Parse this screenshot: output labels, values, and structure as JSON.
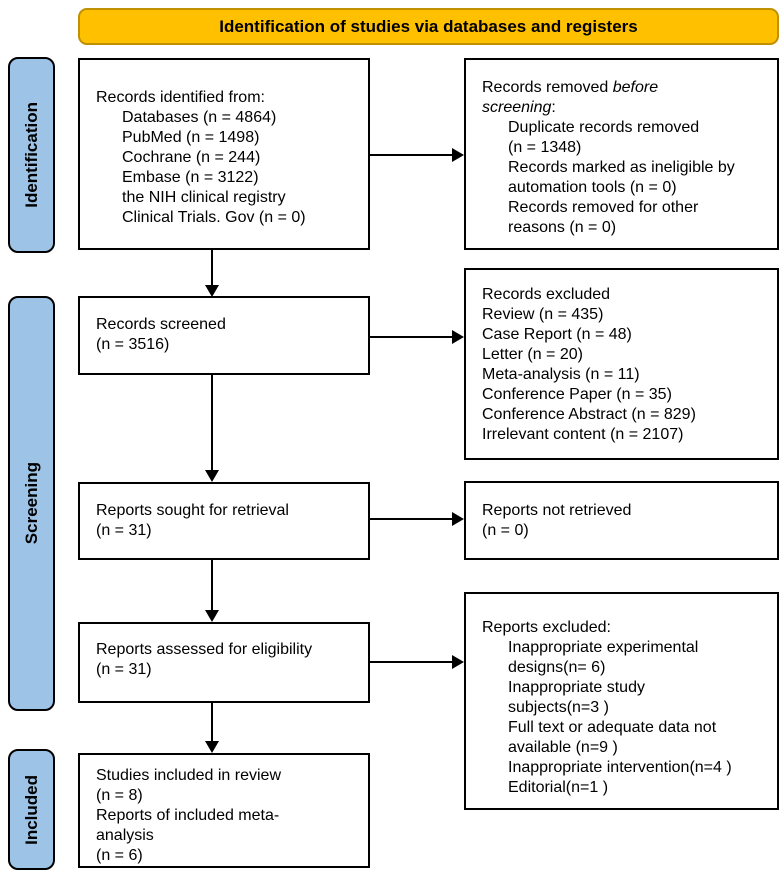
{
  "banner": {
    "label": "Identification of studies via databases and registers",
    "fill": "#FFC000",
    "border": "#BF9000"
  },
  "sidebar": {
    "fill": "#9DC3E6",
    "border": "#000000",
    "stages": [
      {
        "label": "Identification"
      },
      {
        "label": "Screening"
      },
      {
        "label": "Included"
      }
    ]
  },
  "boxes": {
    "identified": {
      "title": "Records identified from:",
      "items": [
        "Databases (n = 4864)",
        "PubMed (n = 1498)",
        "Cochrane (n = 244)",
        "Embase (n = 3122)",
        "the NIH clinical registry",
        "Clinical Trials. Gov (n = 0)"
      ]
    },
    "removed": {
      "heading": {
        "l1_normal": "Records removed ",
        "l1_italic": "before",
        "l2_italic": "screening",
        "l2_normal": ":"
      },
      "items": [
        {
          "lines": [
            "Duplicate records removed",
            "(n = 1348)"
          ]
        },
        {
          "lines": [
            "Records marked as ineligible by",
            "automation tools (n = 0)"
          ]
        },
        {
          "lines": [
            "Records removed for other",
            "reasons (n = 0)"
          ]
        }
      ]
    },
    "screened": {
      "lines": [
        "Records screened",
        "(n = 3516)"
      ]
    },
    "records_excluded": {
      "lines": [
        "Records excluded",
        "Review (n = 435)",
        "Case Report (n = 48)",
        "Letter (n = 20)",
        "Meta-analysis (n = 11)",
        "Conference Paper (n = 35)",
        "Conference Abstract (n = 829)",
        "Irrelevant content (n = 2107)"
      ]
    },
    "sought": {
      "lines": [
        "Reports sought for retrieval",
        "(n = 31)"
      ]
    },
    "not_retrieved": {
      "lines": [
        "Reports not retrieved",
        "(n = 0)"
      ]
    },
    "assessed": {
      "lines": [
        "Reports assessed for eligibility",
        "(n = 31)"
      ]
    },
    "reports_excluded": {
      "title": "Reports excluded:",
      "items": [
        {
          "lines": [
            "Inappropriate experimental",
            "designs(n= 6)"
          ]
        },
        {
          "lines": [
            "Inappropriate study",
            "subjects(n=3 )"
          ]
        },
        {
          "lines": [
            "Full text or adequate data not",
            "available (n=9 )"
          ]
        },
        {
          "lines": [
            "Inappropriate intervention(n=4 )"
          ]
        },
        {
          "lines": [
            "Editorial(n=1 )"
          ]
        }
      ]
    },
    "included": {
      "lines": [
        "Studies included in review",
        "(n = 8)",
        "Reports of included meta-",
        "analysis",
        "(n = 6)"
      ]
    }
  }
}
